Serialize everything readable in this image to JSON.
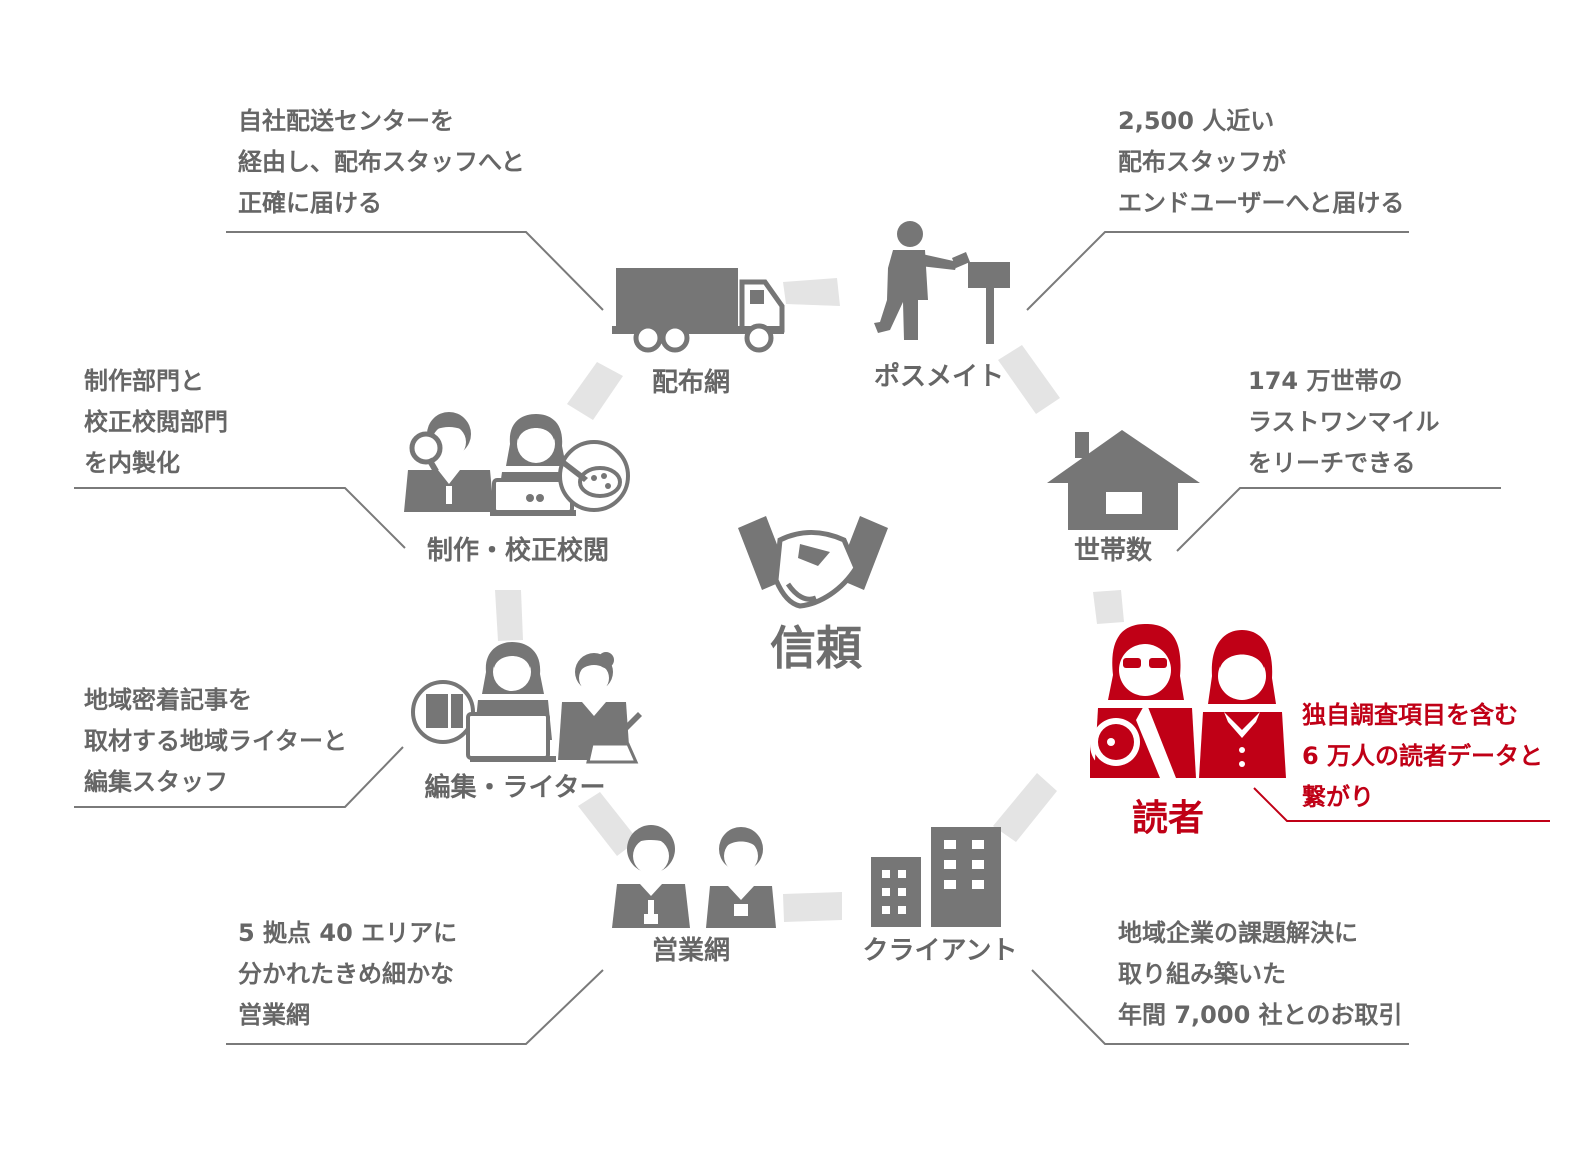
{
  "center": {
    "label": "信頼",
    "icon": "handshake-icon"
  },
  "nodes": [
    {
      "id": "distribution",
      "label": "配布網",
      "icon": "truck-icon",
      "description": [
        "自社配送センターを",
        "経由し、配布スタッフへと",
        "正確に届ける"
      ]
    },
    {
      "id": "posmate",
      "label": "ポスメイト",
      "icon": "mail-carrier-icon",
      "description": [
        "2,500 人近い",
        "配布スタッフが",
        "エンドユーザーへと届ける"
      ]
    },
    {
      "id": "households",
      "label": "世帯数",
      "icon": "house-icon",
      "description": [
        "174 万世帯の",
        "ラストワンマイル",
        "をリーチできる"
      ]
    },
    {
      "id": "readers",
      "label": "読者",
      "icon": "readers-family-icon",
      "description": [
        "独自調査項目を含む",
        "6 万人の読者データと",
        "繋がり"
      ]
    },
    {
      "id": "client",
      "label": "クライアント",
      "icon": "buildings-icon",
      "description": [
        "地域企業の課題解決に",
        "取り組み築いた",
        "年間 7,000 社とのお取引"
      ]
    },
    {
      "id": "sales",
      "label": "営業網",
      "icon": "sales-staff-icon",
      "description": [
        "5 拠点 40 エリアに",
        "分かれたきめ細かな",
        "営業網"
      ]
    },
    {
      "id": "editing",
      "label": "編集・ライター",
      "icon": "editors-writers-icon",
      "description": [
        "地域密着記事を",
        "取材する地域ライターと",
        "編集スタッフ"
      ]
    },
    {
      "id": "production",
      "label": "制作・校正校閲",
      "icon": "production-proofreading-icon",
      "description": [
        "制作部門と",
        "校正校閲部門",
        "を内製化"
      ]
    }
  ],
  "colors": {
    "gray": "#767676",
    "connector": "#e4e4e4",
    "text": "#666666",
    "accent": "#c00016"
  }
}
